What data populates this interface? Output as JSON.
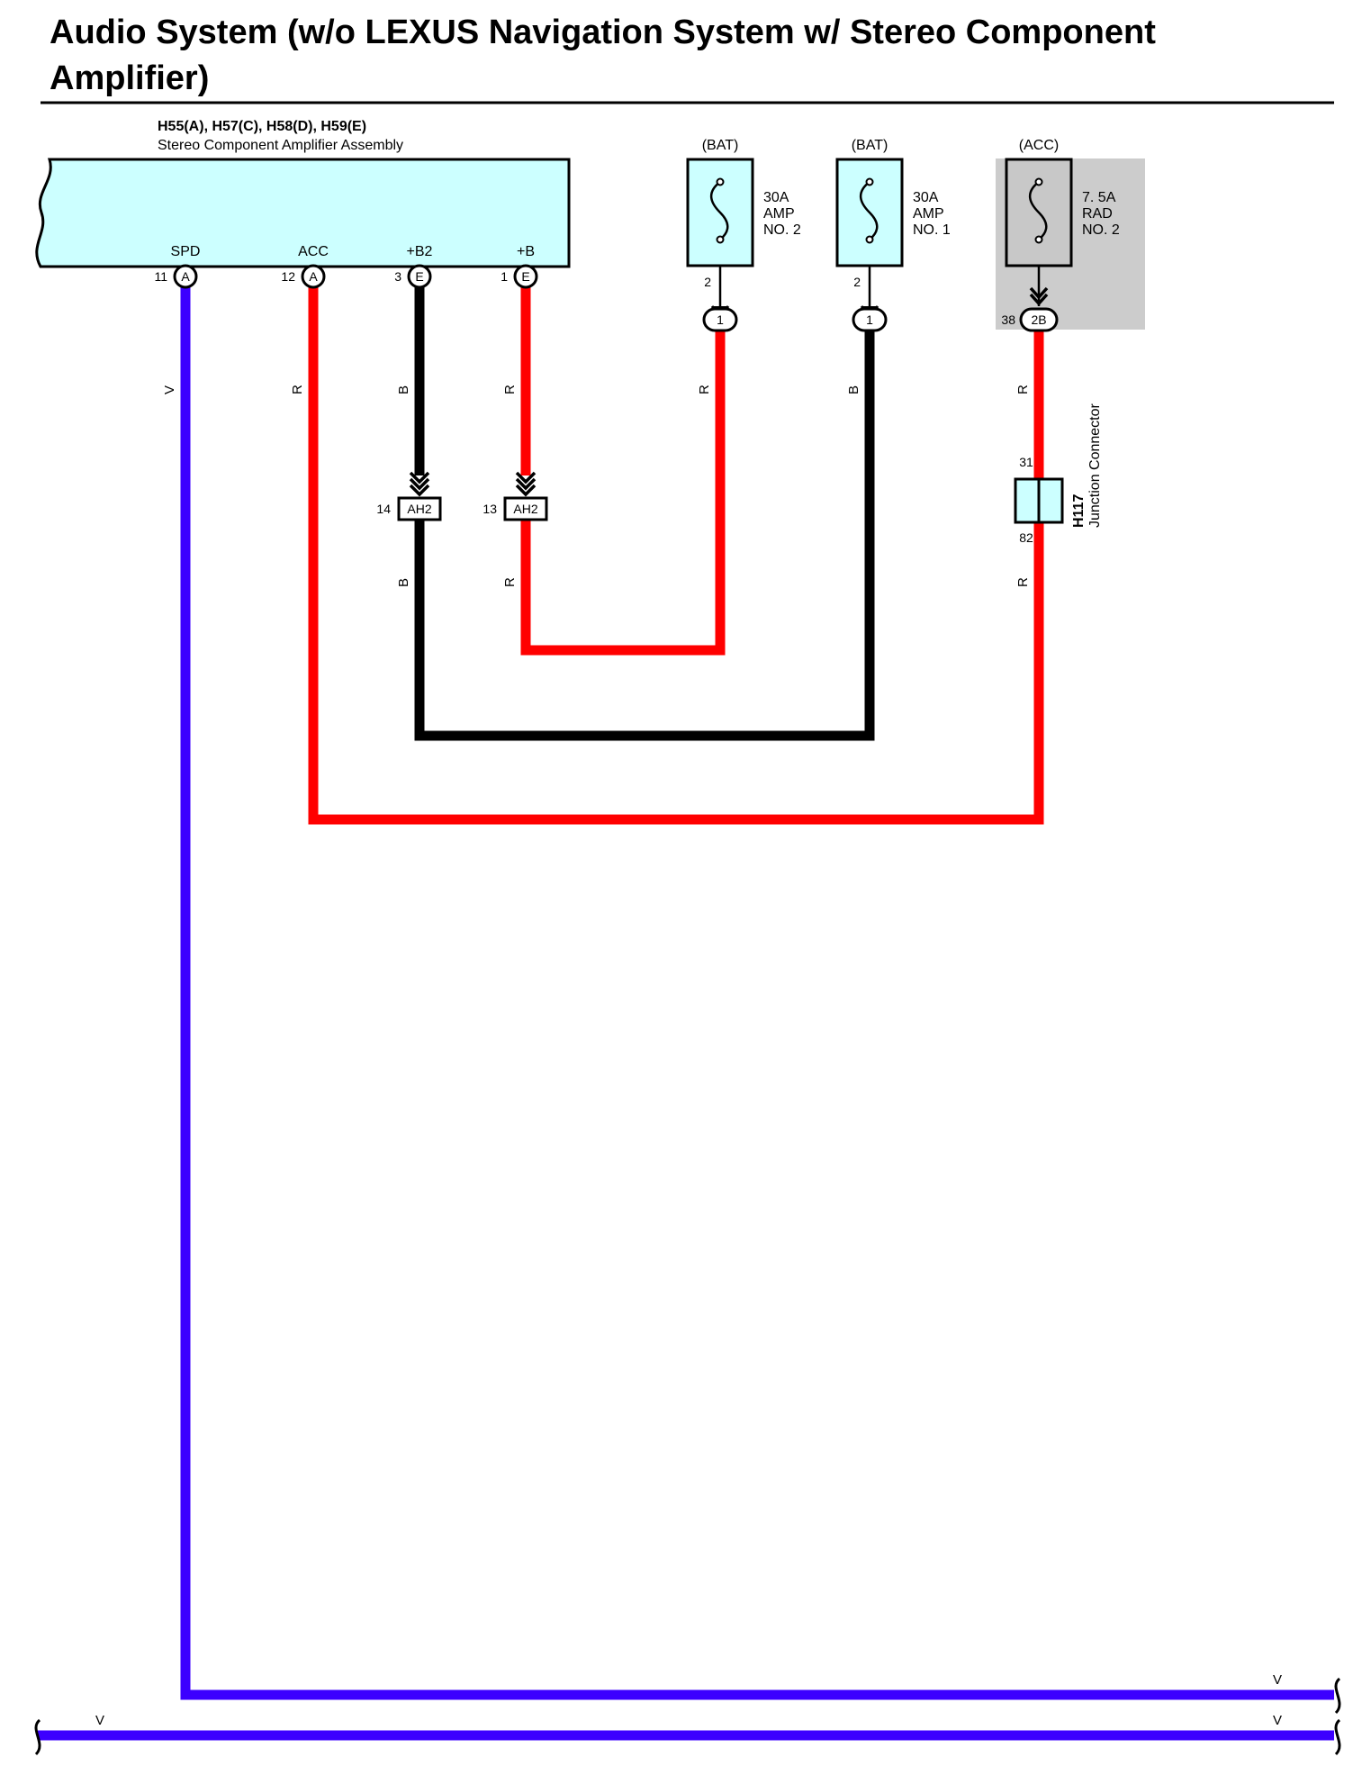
{
  "title": {
    "line1": "Audio System (w/o LEXUS Navigation System w/ Stereo Component",
    "line2": "Amplifier)"
  },
  "amplifier": {
    "connectors": "H55(A), H57(C), H58(D), H59(E)",
    "name": "Stereo Component Amplifier Assembly",
    "terminals": [
      {
        "label": "SPD",
        "pin": "11",
        "conn": "A"
      },
      {
        "label": "ACC",
        "pin": "12",
        "conn": "A"
      },
      {
        "label": "+B2",
        "pin": "3",
        "conn": "E"
      },
      {
        "label": "+B",
        "pin": "1",
        "conn": "E"
      }
    ]
  },
  "fuses": [
    {
      "source": "(BAT)",
      "rating": "30A",
      "name1": "AMP",
      "name2": "NO. 2",
      "pin": "2",
      "conn": "1"
    },
    {
      "source": "(BAT)",
      "rating": "30A",
      "name1": "AMP",
      "name2": "NO. 1",
      "pin": "2",
      "conn": "1"
    },
    {
      "source": "(ACC)",
      "rating": "7. 5A",
      "name1": "RAD",
      "name2": "NO. 2",
      "pin": "38",
      "conn": "2B"
    }
  ],
  "inline_connectors": [
    {
      "pin": "14",
      "name": "AH2"
    },
    {
      "pin": "13",
      "name": "AH2"
    }
  ],
  "junction": {
    "id": "H117",
    "name": "Junction Connector",
    "pin_top": "31",
    "pin_bottom": "82"
  },
  "wire_colors": {
    "spd": "V",
    "acc": "R",
    "b2_upper": "B",
    "b_upper": "R",
    "fuse1": "R",
    "fuse2": "B",
    "fuse3": "R",
    "b2_lower": "B",
    "b_lower": "R",
    "junction_lower": "R",
    "bottom_right_1": "V",
    "bottom_left_2": "V",
    "bottom_right_2": "V"
  },
  "colors": {
    "violet": "#3c00ff",
    "red": "#ff0000",
    "black": "#000000",
    "component_fill": "#ccffff",
    "relay_panel": "#cccccc",
    "fuse3_fill": "#c8c8c8"
  }
}
